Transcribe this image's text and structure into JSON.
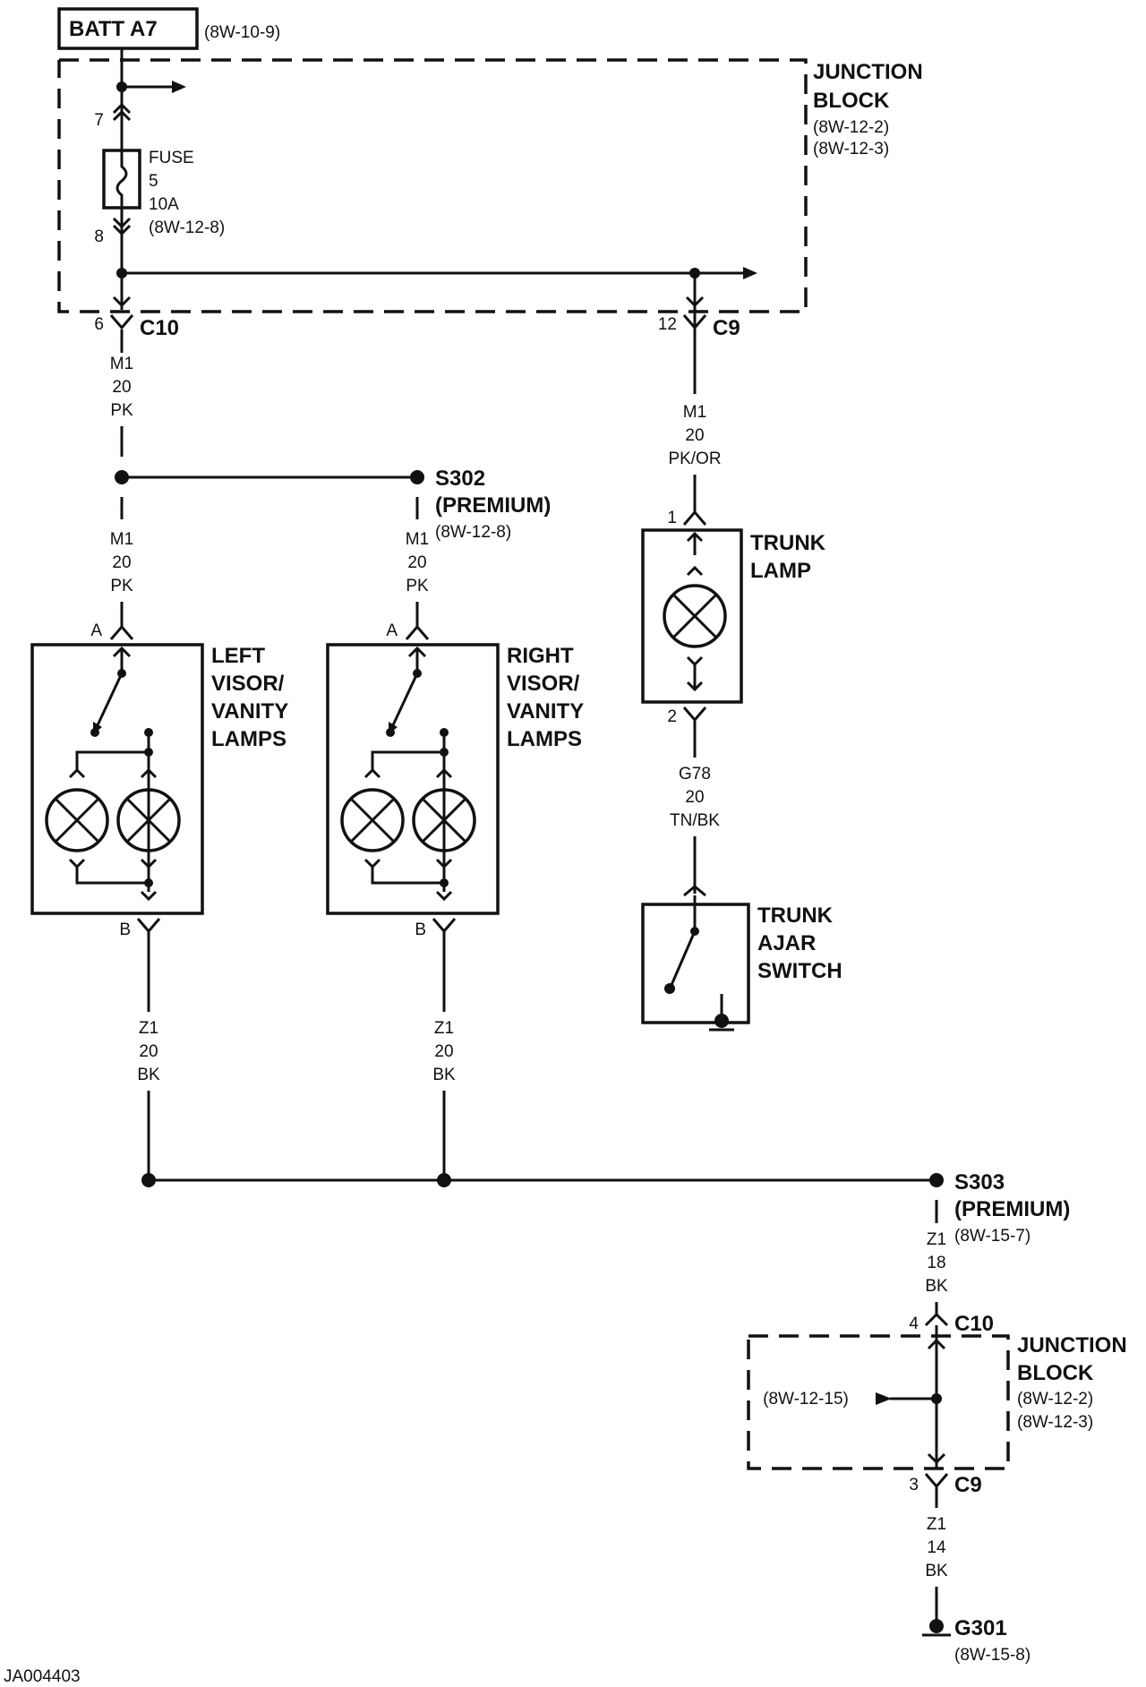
{
  "top": {
    "batt_label": "BATT A7",
    "batt_ref": "(8W-10-9)",
    "jb_title1": "JUNCTION",
    "jb_title2": "BLOCK",
    "jb_ref1": "(8W-12-2)",
    "jb_ref2": "(8W-12-3)",
    "pin7": "7",
    "pin8": "8",
    "fuse_l1": "FUSE",
    "fuse_l2": "5",
    "fuse_l3": "10A",
    "fuse_l4": "(8W-12-8)"
  },
  "connectors": {
    "c10_pin": "6",
    "c10_name": "C10",
    "c9_pin": "12",
    "c9_name": "C9"
  },
  "wires": {
    "w1": [
      "M1",
      "20",
      "PK"
    ],
    "w2": [
      "M1",
      "20",
      "PK"
    ],
    "w3": [
      "M1",
      "20",
      "PK"
    ],
    "w4": [
      "M1",
      "20",
      "PK/OR"
    ],
    "w5": [
      "G78",
      "20",
      "TN/BK"
    ],
    "w6": [
      "Z1",
      "20",
      "BK"
    ],
    "w7": [
      "Z1",
      "20",
      "BK"
    ],
    "w8": [
      "Z1",
      "18",
      "BK"
    ],
    "w9": [
      "Z1",
      "14",
      "BK"
    ]
  },
  "splices": {
    "s302_name": "S302",
    "s302_sub": "(PREMIUM)",
    "s302_ref": "(8W-12-8)",
    "s303_name": "S303",
    "s303_sub": "(PREMIUM)",
    "s303_ref": "(8W-15-7)"
  },
  "left_lamps": {
    "pin_a": "A",
    "pin_b": "B",
    "l1": "LEFT",
    "l2": "VISOR/",
    "l3": "VANITY",
    "l4": "LAMPS"
  },
  "right_lamps": {
    "pin_a": "A",
    "pin_b": "B",
    "l1": "RIGHT",
    "l2": "VISOR/",
    "l3": "VANITY",
    "l4": "LAMPS"
  },
  "trunk_lamp": {
    "pin1": "1",
    "pin2": "2",
    "l1": "TRUNK",
    "l2": "LAMP"
  },
  "trunk_switch": {
    "l1": "TRUNK",
    "l2": "AJAR",
    "l3": "SWITCH"
  },
  "bottom_jb": {
    "c10_pin": "4",
    "c10_name": "C10",
    "c9_pin": "3",
    "c9_name": "C9",
    "inner_ref": "(8W-12-15)",
    "title1": "JUNCTION",
    "title2": "BLOCK",
    "ref1": "(8W-12-2)",
    "ref2": "(8W-12-3)"
  },
  "ground": {
    "name": "G301",
    "ref": "(8W-15-8)"
  },
  "figure_id": "JA004403"
}
